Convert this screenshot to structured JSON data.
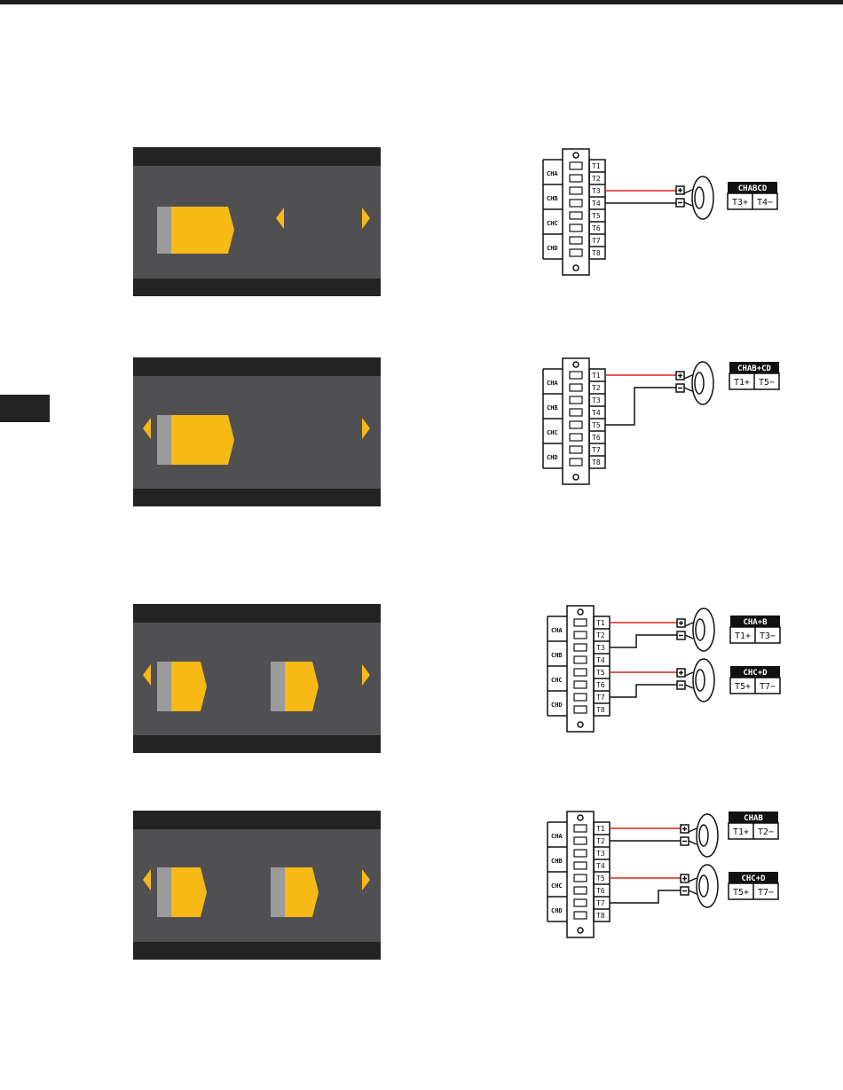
{
  "colors": {
    "lcd_background": "#505052",
    "lcd_bar": "#232323",
    "accent_yellow": "#f6b915",
    "speaker_block_gray": "#9b9b9b",
    "wire_positive": "#e0201c",
    "wire_negative": "#111111"
  },
  "lcd_screens": [
    {
      "speaker_blocks": 1,
      "arrows": [
        "left-arrow-icon",
        "right-arrow-icon"
      ]
    },
    {
      "speaker_blocks": 1,
      "arrows": [
        "left-arrow-icon",
        "right-arrow-icon"
      ]
    },
    {
      "speaker_blocks": 2,
      "arrows": [
        "left-arrow-icon",
        "right-arrow-icon"
      ]
    },
    {
      "speaker_blocks": 2,
      "arrows": [
        "left-arrow-icon",
        "right-arrow-icon"
      ]
    }
  ],
  "wiring": [
    {
      "channel_labels": [
        "CHA",
        "CHB",
        "CHC",
        "CHD"
      ],
      "terminals": [
        "T1",
        "T2",
        "T3",
        "T4",
        "T5",
        "T6",
        "T7",
        "T8"
      ],
      "connections": [
        {
          "title": "CHABCD",
          "pos_terminal": "T3+",
          "neg_terminal": "T4−"
        }
      ]
    },
    {
      "channel_labels": [
        "CHA",
        "CHB",
        "CHC",
        "CHD"
      ],
      "terminals": [
        "T1",
        "T2",
        "T3",
        "T4",
        "T5",
        "T6",
        "T7",
        "T8"
      ],
      "connections": [
        {
          "title": "CHAB+CD",
          "pos_terminal": "T1+",
          "neg_terminal": "T5−"
        }
      ]
    },
    {
      "channel_labels": [
        "CHA",
        "CHB",
        "CHC",
        "CHD"
      ],
      "terminals": [
        "T1",
        "T2",
        "T3",
        "T4",
        "T5",
        "T6",
        "T7",
        "T8"
      ],
      "connections": [
        {
          "title": "CHA+B",
          "pos_terminal": "T1+",
          "neg_terminal": "T3−"
        },
        {
          "title": "CHC+D",
          "pos_terminal": "T5+",
          "neg_terminal": "T7−"
        }
      ]
    },
    {
      "channel_labels": [
        "CHA",
        "CHB",
        "CHC",
        "CHD"
      ],
      "terminals": [
        "T1",
        "T2",
        "T3",
        "T4",
        "T5",
        "T6",
        "T7",
        "T8"
      ],
      "connections": [
        {
          "title": "CHAB",
          "pos_terminal": "T1+",
          "neg_terminal": "T2−"
        },
        {
          "title": "CHC+D",
          "pos_terminal": "T5+",
          "neg_terminal": "T7−"
        }
      ]
    }
  ]
}
